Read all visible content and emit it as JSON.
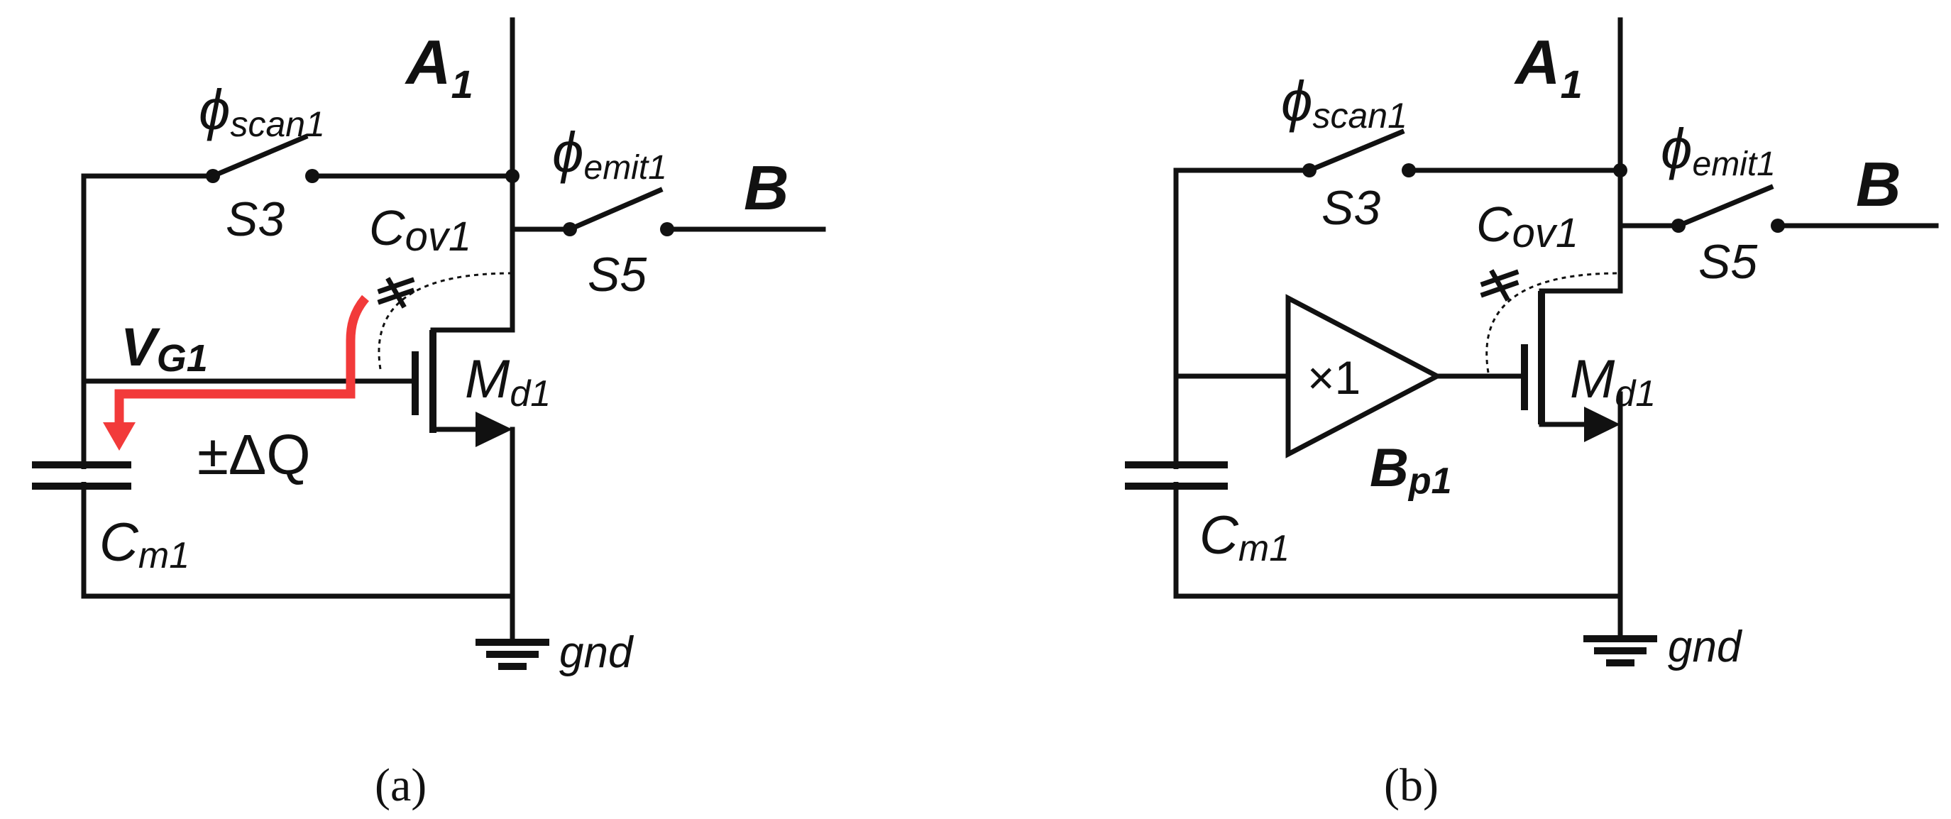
{
  "panel_a": {
    "node_a_main": "A",
    "node_a_sub": "1",
    "scan_phi": "ϕ",
    "scan_sub": "scan1",
    "switch_s3": "S3",
    "emit_phi": "ϕ",
    "emit_sub": "emit1",
    "switch_s5": "S5",
    "node_b": "B",
    "cov_main": "C",
    "cov_sub": "ov1",
    "vg_main": "V",
    "vg_sub": "G1",
    "md_main": "M",
    "md_sub": "d1",
    "delta_q": "±ΔQ",
    "cm_main": "C",
    "cm_sub": "m1",
    "gnd": "gnd",
    "caption": "(a)"
  },
  "panel_b": {
    "node_a_main": "A",
    "node_a_sub": "1",
    "scan_phi": "ϕ",
    "scan_sub": "scan1",
    "switch_s3": "S3",
    "emit_phi": "ϕ",
    "emit_sub": "emit1",
    "switch_s5": "S5",
    "node_b": "B",
    "cov_main": "C",
    "cov_sub": "ov1",
    "buffer_gain": "×1",
    "md_main": "M",
    "md_sub": "d1",
    "bp_main": "B",
    "bp_sub": "p1",
    "cm_main": "C",
    "cm_sub": "m1",
    "gnd": "gnd",
    "caption": "(b)"
  },
  "colors": {
    "wire": "#111111",
    "charge_arrow": "#f23a3a"
  }
}
